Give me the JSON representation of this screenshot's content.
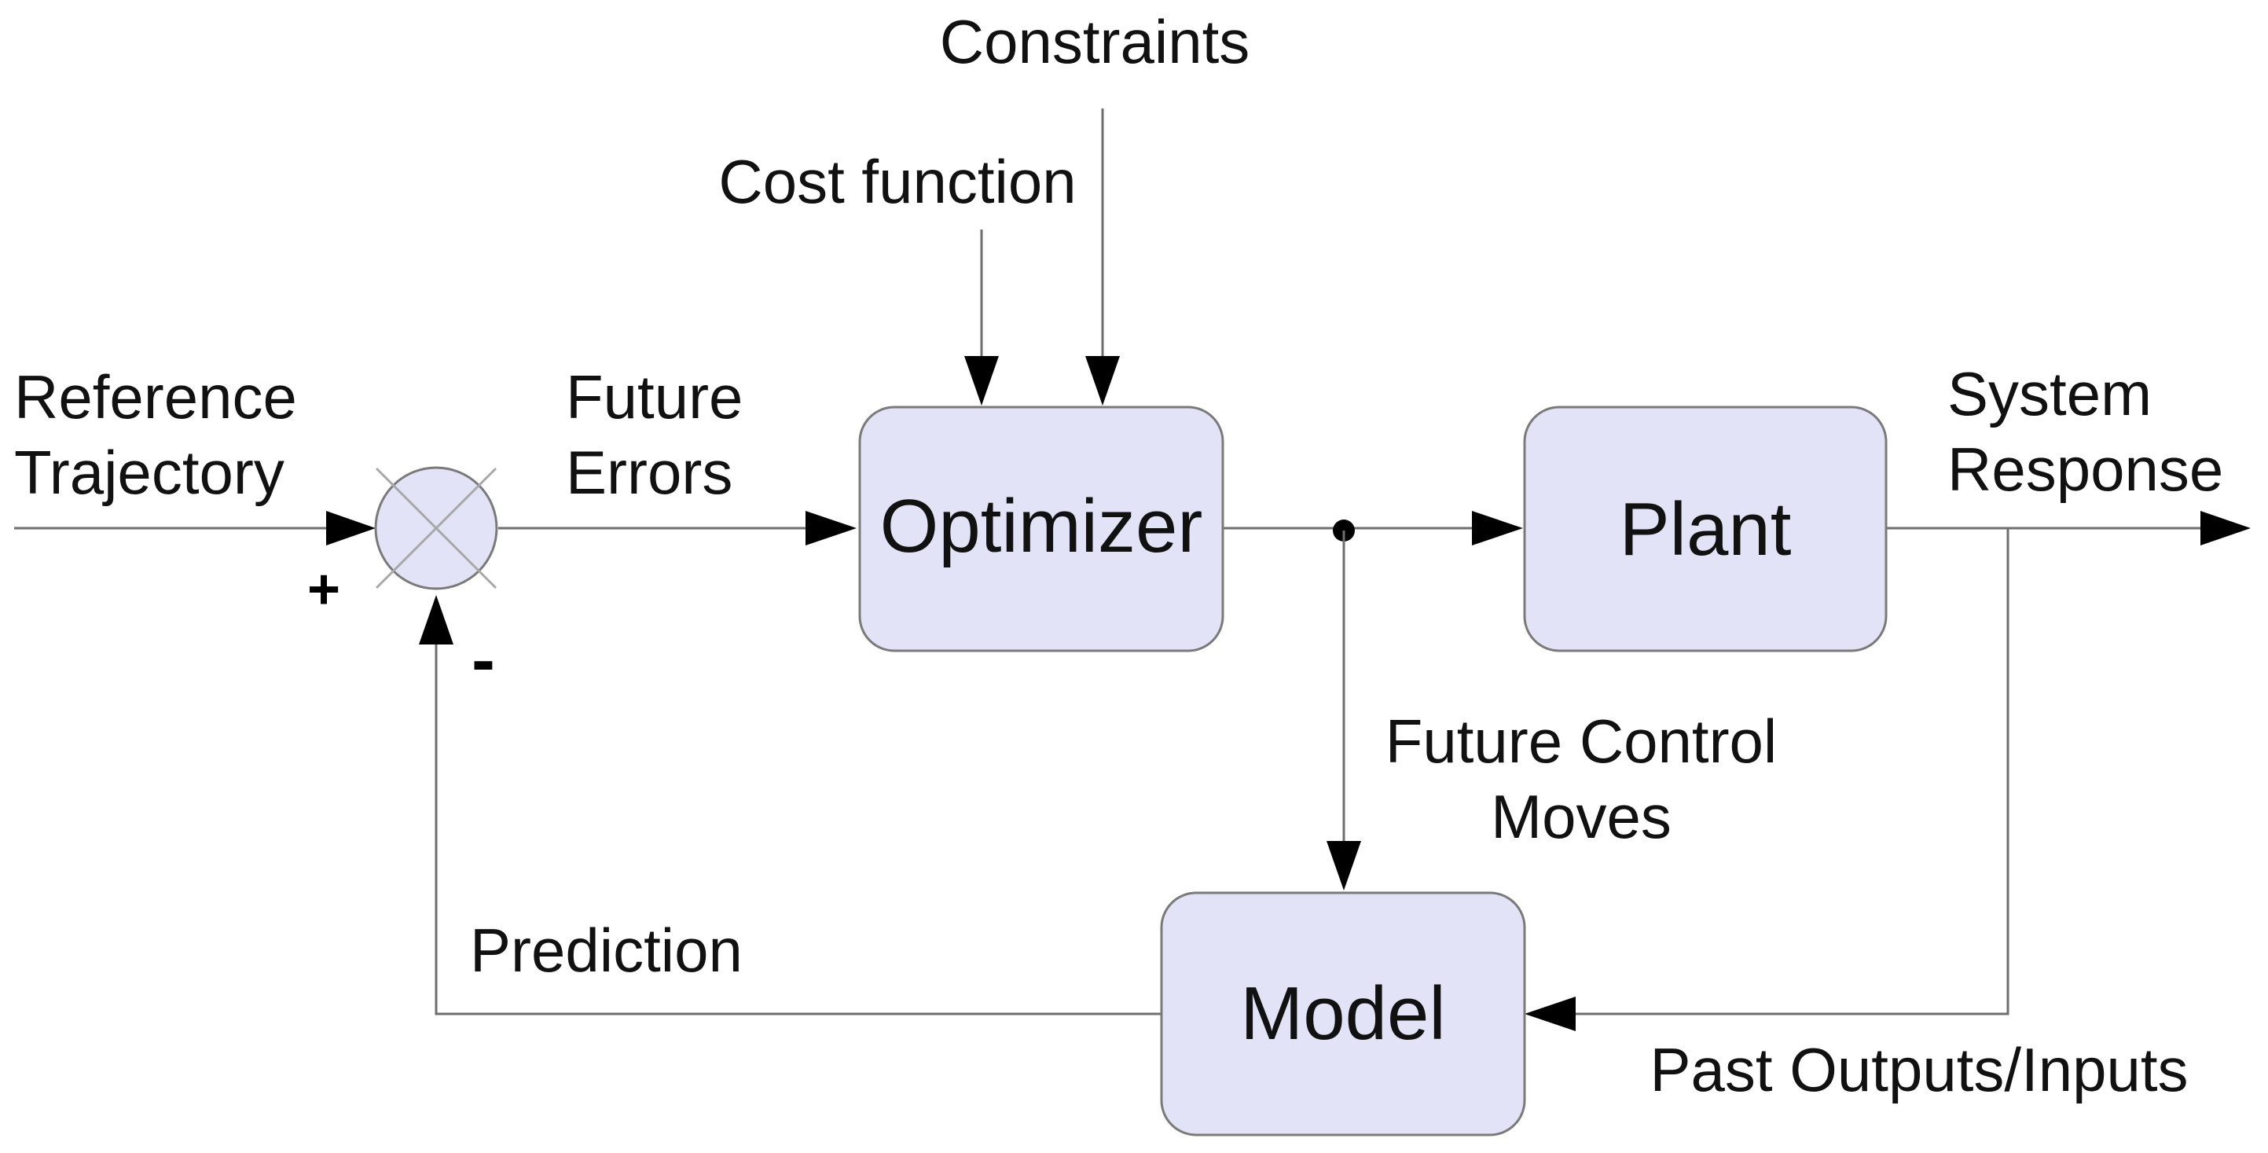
{
  "blocks": {
    "optimizer": "Optimizer",
    "plant": "Plant",
    "model": "Model"
  },
  "labels": {
    "constraints": "Constraints",
    "cost_function": "Cost function",
    "reference_line1": "Reference",
    "reference_line2": "Trajectory",
    "future_errors_line1": "Future",
    "future_errors_line2": "Errors",
    "system_response_line1": "System",
    "system_response_line2": "Response",
    "future_control_line1": "Future Control",
    "future_control_line2": "Moves",
    "prediction": "Prediction",
    "past_outputs_inputs": "Past Outputs/Inputs"
  },
  "signs": {
    "plus": "+",
    "minus": "-"
  },
  "colors": {
    "block_fill": "#e3e3f7",
    "block_stroke": "#7a7a7a",
    "wire": "#6e6e6e",
    "arrow": "#000000"
  }
}
